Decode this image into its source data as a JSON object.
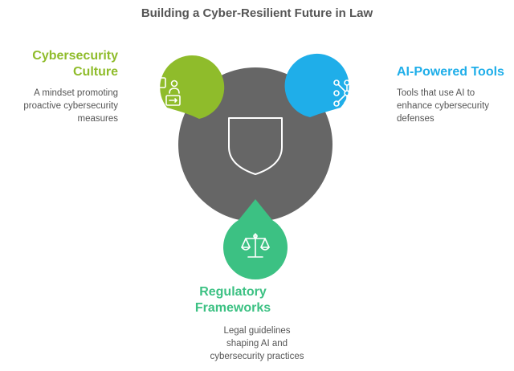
{
  "title": "Building a Cyber-Resilient Future in Law",
  "colors": {
    "center": "#666666",
    "culture": "#8fbc2b",
    "tools": "#1faee9",
    "regulatory": "#3cc183",
    "text": "#555555"
  },
  "nodes": {
    "culture": {
      "heading_line1": "Cybersecurity",
      "heading_line2": "Culture",
      "desc_line1": "A mindset promoting",
      "desc_line2": "proactive cybersecurity",
      "desc_line3": "measures",
      "icon": "conversation-icon"
    },
    "tools": {
      "heading": "AI-Powered Tools",
      "desc_line1": "Tools that use AI to",
      "desc_line2": "enhance cybersecurity",
      "desc_line3": "defenses",
      "icon": "neural-network-icon"
    },
    "regulatory": {
      "heading_line1": "Regulatory",
      "heading_line2": "Frameworks",
      "desc_line1": "Legal guidelines",
      "desc_line2": "shaping AI and",
      "desc_line3": "cybersecurity practices",
      "icon": "scales-icon"
    },
    "center": {
      "icon": "shield-icon"
    }
  }
}
